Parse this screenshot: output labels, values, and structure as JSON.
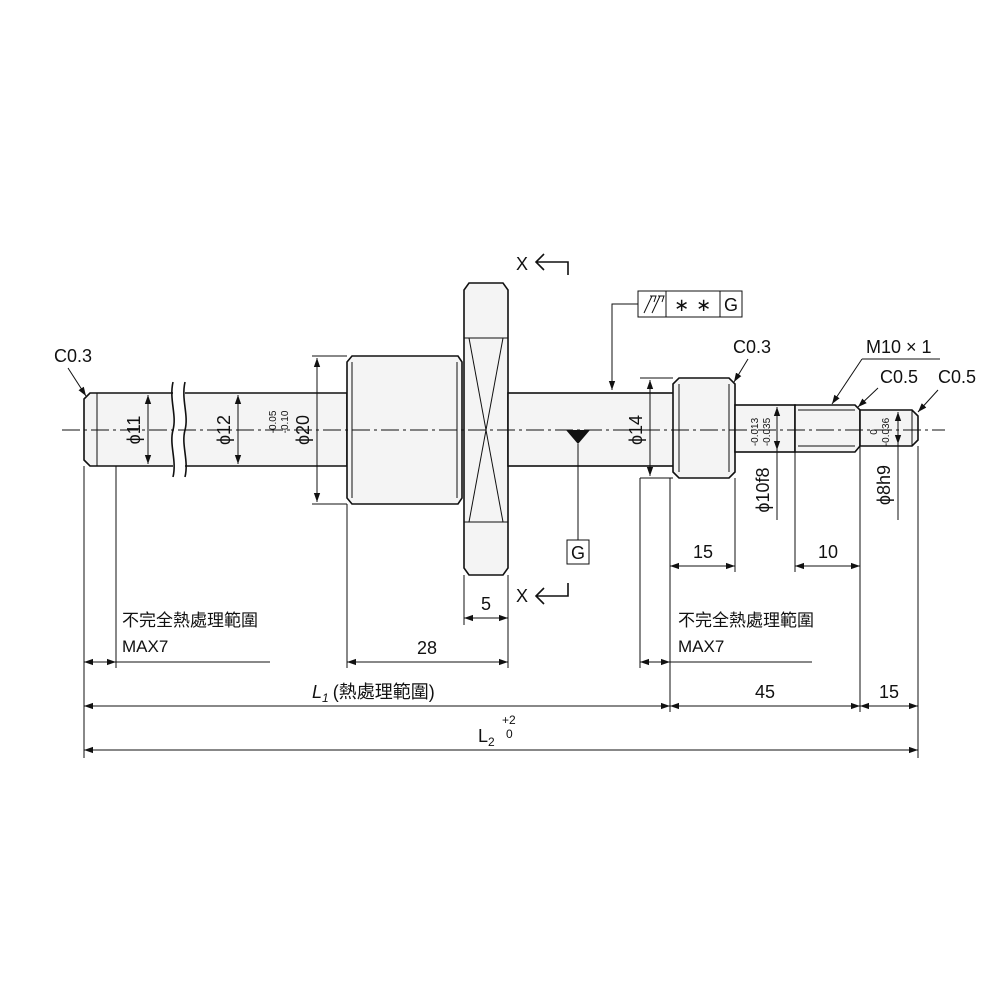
{
  "drawing": {
    "labels": {
      "c03_left": "C0.3",
      "c03_right": "C0.3",
      "m10": "M10 × 1",
      "c05_a": "C0.5",
      "c05_b": "C0.5",
      "x_top": "X",
      "x_bottom": "X",
      "datum_g": "G",
      "fcf_sym1": "∗",
      "fcf_sym2": "∗",
      "fcf_datum": "G"
    },
    "diameters": {
      "d11": "ϕ11",
      "d12": "ϕ12",
      "d20": "ϕ20",
      "d20_tol_upper": "-0.05",
      "d20_tol_lower": "-0.10",
      "d14": "ϕ14",
      "d10f8": "ϕ10f8",
      "d10_tol_upper": "-0.013",
      "d10_tol_lower": "-0.035",
      "d8h9": "ϕ8h9",
      "d8_tol_upper": "0",
      "d8_tol_lower": "-0.036"
    },
    "dimensions": {
      "d5": "5",
      "d28": "28",
      "d15_a": "15",
      "d10": "10",
      "d45": "45",
      "d15_b": "15",
      "l1_main": "L",
      "l1_sub": "1",
      "l1_text": "(熱處理範圍)",
      "l2_main": "L",
      "l2_sub": "2",
      "l2_tol_upper": "+2",
      "l2_tol_lower": "0"
    },
    "notes": {
      "left_line1": "不完全熱處理範圍",
      "left_line2": "MAX7",
      "right_line1": "不完全熱處理範圍",
      "right_line2": "MAX7"
    }
  }
}
